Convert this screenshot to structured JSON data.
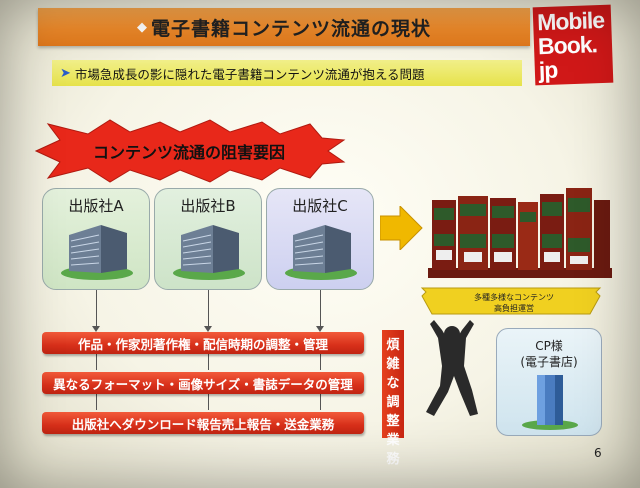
{
  "title": "電子書籍コンテンツ流通の現状",
  "title_bullet": "◆",
  "logo": {
    "lines": [
      "Mobile",
      "Book.",
      "jp"
    ]
  },
  "subtitle": "市場急成長の影に隠れた電子書籍コンテンツ流通が抱える問題",
  "subtitle_arrow": "➤",
  "obstacle_label": "コンテンツ流通の阻害要因",
  "publishers": [
    "出版社A",
    "出版社B",
    "出版社C"
  ],
  "tasks": [
    "作品・作家別著作権・配信時期の調整・管理",
    "異なるフォーマット・画像サイズ・書誌データの管理",
    "出版社へダウンロード報告売上報告・送金業務"
  ],
  "complex_work": [
    "煩",
    "雑",
    "な",
    "調",
    "整",
    "業",
    "務"
  ],
  "burden_lines": [
    "多種多様なコンテンツ",
    "高負担運営"
  ],
  "cp": {
    "line1": "CP様",
    "line2": "(電子書店)"
  },
  "page_number": "6",
  "colors": {
    "title_orange": "#ee8a2a",
    "subtitle_yellow": "#e6e24a",
    "task_red": "#d8301a",
    "logo_red": "#d01818",
    "arrow_gold": "#f0b800"
  }
}
